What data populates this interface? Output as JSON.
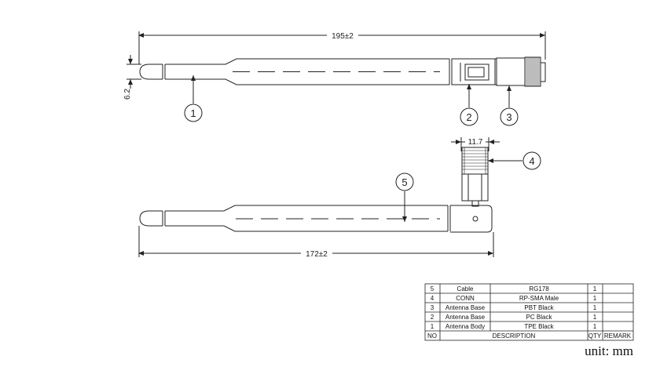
{
  "dimensions": {
    "top_length": "195±2",
    "side_width": "6.2",
    "connector_width": "11.7",
    "bottom_length": "172±2"
  },
  "callouts": [
    "1",
    "2",
    "3",
    "4",
    "5"
  ],
  "parts_table": {
    "rows": [
      {
        "no": "5",
        "name": "Cable",
        "spec": "RG178",
        "qty": "1",
        "remark": ""
      },
      {
        "no": "4",
        "name": "CONN",
        "spec": "RP-SMA Male",
        "qty": "1",
        "remark": ""
      },
      {
        "no": "3",
        "name": "Antenna Base",
        "spec": "PBT  Black",
        "qty": "1",
        "remark": ""
      },
      {
        "no": "2",
        "name": "Antenna Base",
        "spec": "PC  Black",
        "qty": "1",
        "remark": ""
      },
      {
        "no": "1",
        "name": "Antenna Body",
        "spec": "TPE  Black",
        "qty": "1",
        "remark": ""
      }
    ],
    "header": {
      "no": "NO",
      "description": "DESCRIPTION",
      "qty": "QTY",
      "remark": "REMARK"
    }
  },
  "unit_label": "unit: mm"
}
